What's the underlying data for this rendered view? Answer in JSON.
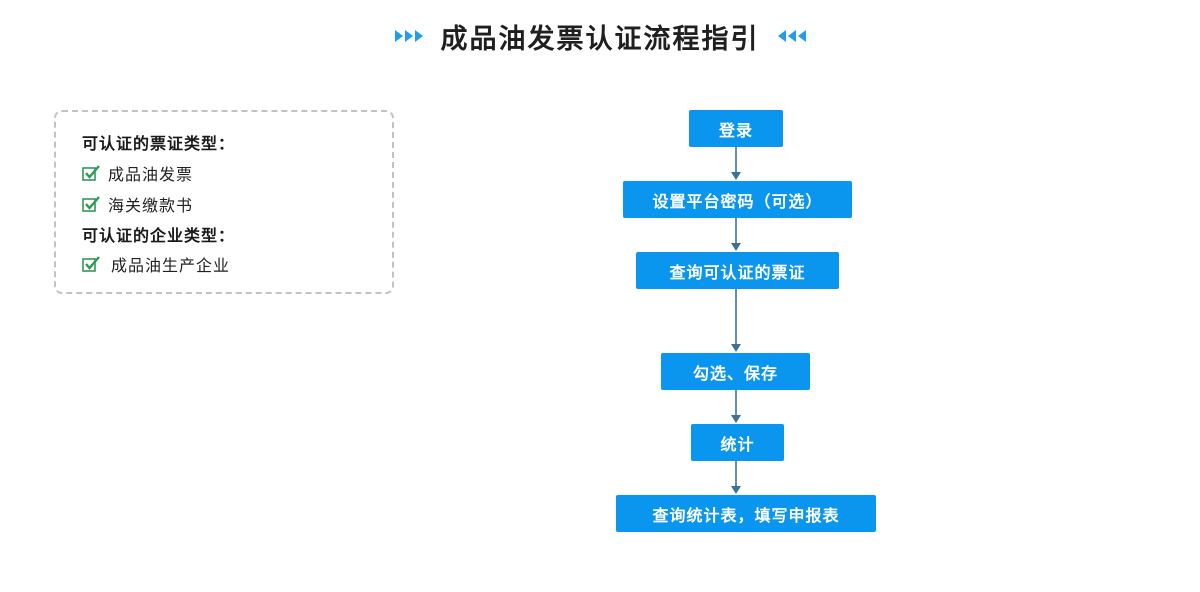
{
  "header": {
    "title": "成品油发票认证流程指引",
    "arrow_color": "#1f9ef0",
    "left_icon": "triple-right-arrows-icon",
    "right_icon": "triple-left-arrows-icon"
  },
  "info_panel": {
    "invoice_heading": "可认证的票证类型：",
    "invoice_items": [
      "成品油发票",
      "海关缴款书"
    ],
    "enterprise_heading": "可认证的企业类型：",
    "enterprise_items": [
      "成品油生产企业"
    ],
    "check_icon": "green-checkbox-icon",
    "check_color": "#2e9a5a"
  },
  "flow": {
    "box_color": "#0a95ef",
    "connector_color": "#3f7196",
    "steps": [
      "登录",
      "设置平台密码（可选）",
      "查询可认证的票证",
      "勾选、保存",
      "统计",
      "查询统计表，填写申报表"
    ]
  }
}
